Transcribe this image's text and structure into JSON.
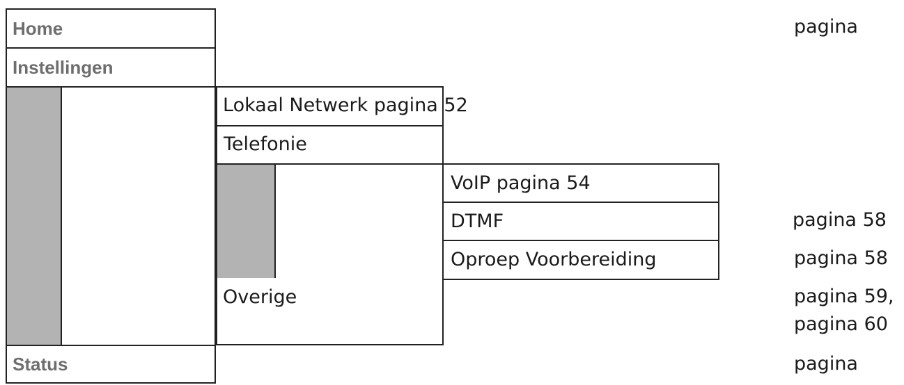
{
  "menu": {
    "home": "Home",
    "settings": "Instellingen",
    "status": "Status"
  },
  "settings_submenu": {
    "local_network": "Lokaal Netwerk pagina 52",
    "telephony": "Telefonie",
    "other": "Overige"
  },
  "telephony_submenu": {
    "voip": "VoIP pagina 54",
    "dtmf": "DTMF",
    "call_preparation": "Oproep Voorbereiding"
  },
  "page_refs": {
    "home": "pagina",
    "dtmf": "pagina 58",
    "call_preparation": "pagina 58",
    "other_line1": "pagina 59,",
    "other_line2": "pagina 60",
    "status": "pagina"
  },
  "colors": {
    "border": "#222222",
    "sidebar_fill": "#b3b3b3",
    "level1_text": "#6e6e6e"
  }
}
